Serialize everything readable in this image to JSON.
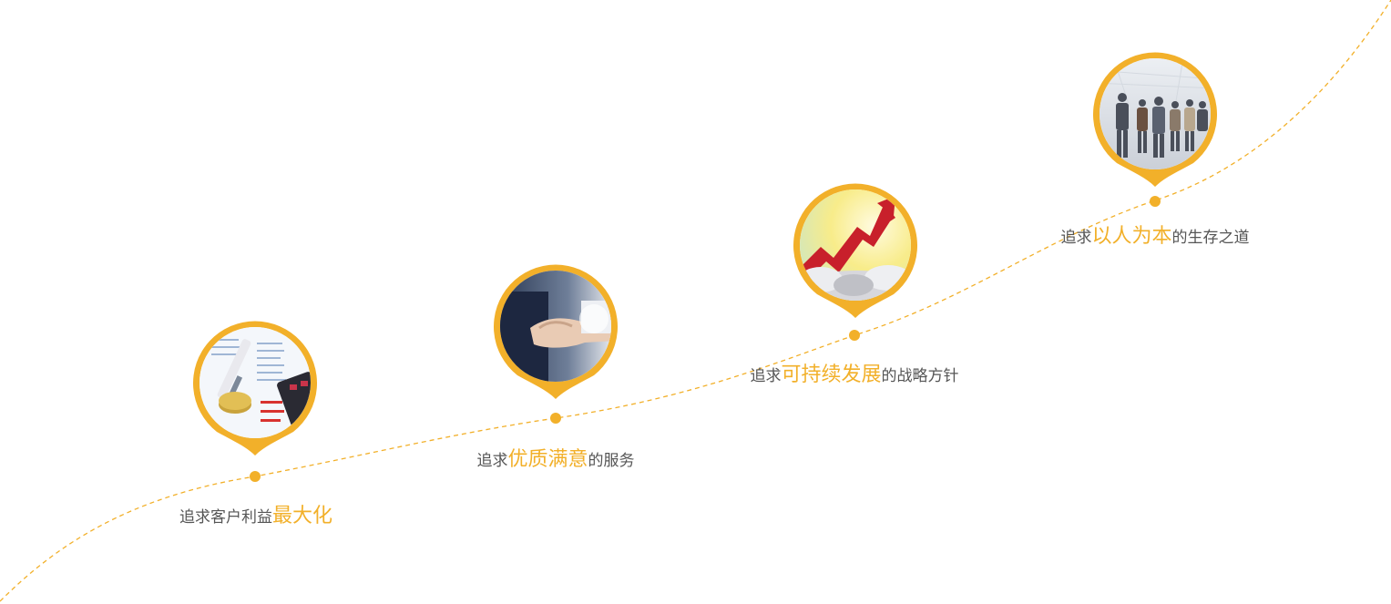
{
  "colors": {
    "accent": "#f2b02a",
    "text": "#555555"
  },
  "milestones": [
    {
      "prefix": "追求客户利益",
      "highlight": "最大化",
      "suffix": "",
      "image": "finance-image"
    },
    {
      "prefix": "追求",
      "highlight": "优质满意",
      "suffix": "的服务",
      "image": "handshake-image"
    },
    {
      "prefix": "追求",
      "highlight": "可持续发展",
      "suffix": "的战略方针",
      "image": "growth-arrow-image"
    },
    {
      "prefix": "追求",
      "highlight": "以人为本",
      "suffix": "的生存之道",
      "image": "business-team-image"
    }
  ]
}
